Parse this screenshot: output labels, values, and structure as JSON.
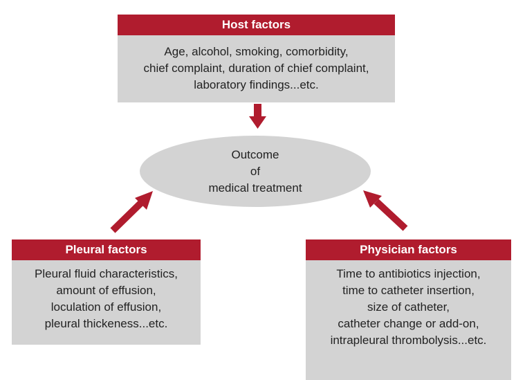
{
  "host": {
    "title": "Host factors",
    "lines": [
      "Age, alcohol, smoking, comorbidity,",
      "chief complaint, duration of chief complaint,",
      "laboratory findings...etc."
    ]
  },
  "outcome": {
    "lines": [
      "Outcome",
      "of",
      "medical treatment"
    ]
  },
  "pleural": {
    "title": "Pleural factors",
    "lines": [
      "Pleural fluid characteristics,",
      "amount of effusion,",
      "loculation of effusion,",
      "pleural thickeness...etc."
    ]
  },
  "physician": {
    "title": "Physician factors",
    "lines": [
      "Time to antibiotics injection,",
      "time to catheter insertion,",
      "size of catheter,",
      "catheter change or add-on,",
      "intrapleural thrombolysis...etc."
    ]
  },
  "colors": {
    "header": "#b01c2e",
    "box": "#d3d3d3",
    "arrow": "#b01c2e"
  }
}
